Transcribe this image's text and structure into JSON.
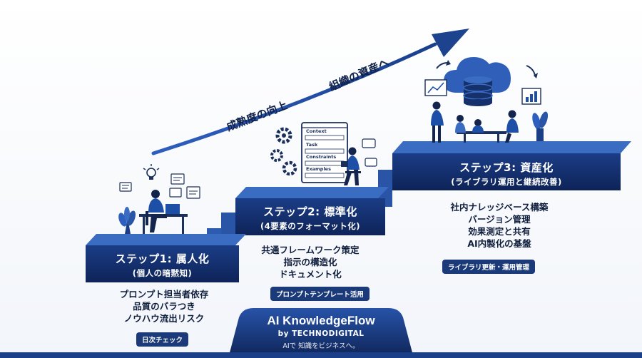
{
  "arrow": {
    "label_left": "成熟度の向上",
    "label_right": "組織の資産へ"
  },
  "steps": [
    {
      "title": "ステップ1: 属人化",
      "subtitle": "(個人の暗黙知)",
      "bullets": [
        "プロンプト担当者依存",
        "品質のバラつき",
        "ノウハウ流出リスク"
      ],
      "badge": "日次チェック"
    },
    {
      "title": "ステップ2: 標準化",
      "subtitle": "(4要素のフォーマット化)",
      "bullets": [
        "共通フレームワーク策定",
        "指示の構造化",
        "ドキュメント化"
      ],
      "badge": "プロンプトテンプレート活用"
    },
    {
      "title": "ステップ3: 資産化",
      "subtitle": "(ライブラリ運用と継続改善)",
      "bullets": [
        "社内ナレッジベース構築",
        "バージョン管理",
        "効果測定と共有",
        "AI内製化の基盤"
      ],
      "badge": "ライブラリ更新・運用管理"
    }
  ],
  "template_doc": {
    "fields": [
      "Context",
      "Task",
      "Constraints",
      "Examples"
    ]
  },
  "brand": {
    "name": "AI KnowledgeFlow",
    "by": "by TECHNODIGITAL",
    "tagline": "AIで 知識をビジネスへ。"
  },
  "icons": {
    "step1": "person-at-desk-icon",
    "step2": "person-with-template-icon",
    "step3": "team-with-cloud-database-icon"
  },
  "colors": {
    "navy": "#0f2457",
    "blue": "#1e4fa6",
    "light_blue": "#3f74c9",
    "text": "#0f1e3c"
  }
}
